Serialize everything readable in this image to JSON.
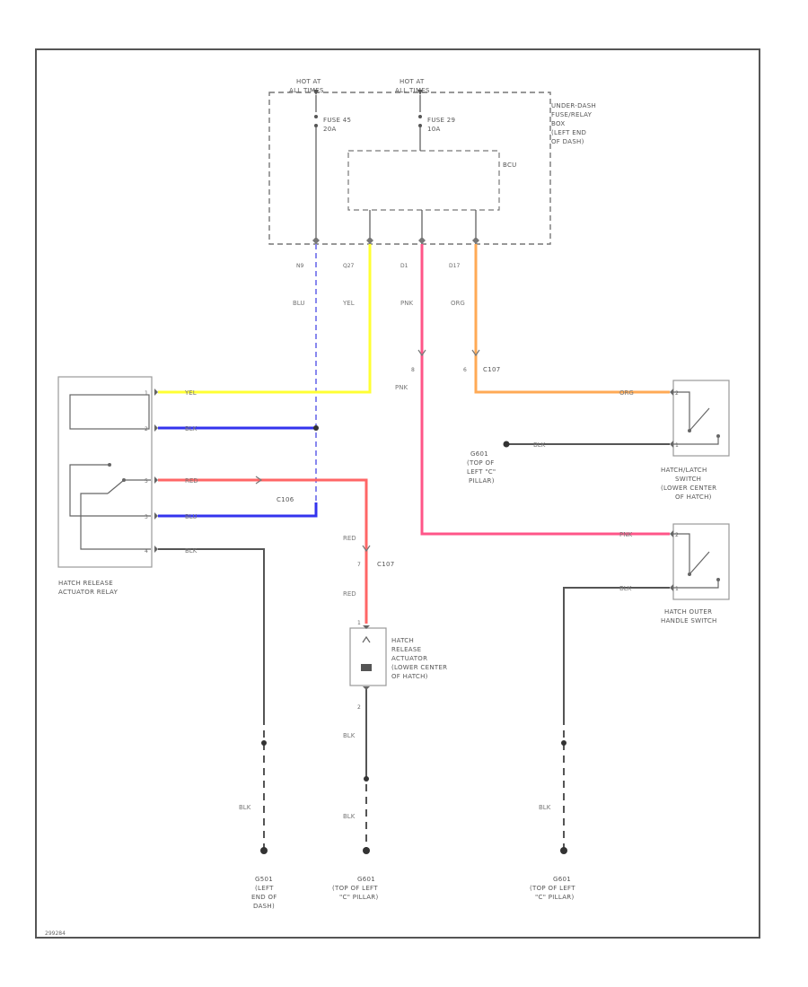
{
  "colors": {
    "frame": "#555555",
    "wire_yel": "#ffff33",
    "wire_blu": "#3333ee",
    "wire_blu_dashed": "#8888ee",
    "wire_red": "#ff6666",
    "wire_pnk": "#ff5588",
    "wire_org": "#ffaa55",
    "wire_blk": "#555555"
  },
  "power": {
    "hot1": [
      "HOT AT",
      "ALL TIMES"
    ],
    "hot2": [
      "HOT AT",
      "ALL TIMES"
    ],
    "fuse1": [
      "FUSE 45",
      "20A"
    ],
    "fuse2": [
      "FUSE 29",
      "10A"
    ],
    "box_label": [
      "UNDER-DASH",
      "FUSE/RELAY",
      "BOX",
      "(LEFT END",
      "OF DASH)"
    ],
    "bcu": "BCU"
  },
  "pins": {
    "p1": "N9",
    "p2": "Q27",
    "p3": "D1",
    "p4": "D17",
    "pnk_c107": "8",
    "c107_conn": "C107",
    "org_c107": "6",
    "relay_1": "1",
    "relay_2": "2",
    "relay_3": "5",
    "relay_4": "3",
    "relay_5": "4",
    "inh_1": "2",
    "inh_2": "1",
    "outer_1": "2",
    "outer_2": "1",
    "c107b_pin": "7",
    "act_top": "1",
    "act_bot": "2"
  },
  "wires": {
    "blu": "BLU",
    "yel": "YEL",
    "pnk": "PNK",
    "org": "ORG",
    "pnk2": "PNK",
    "yel_r": "YEL",
    "blk_r": "BLK",
    "red_r": "RED",
    "blu_r": "BLU",
    "blk_r2": "BLK",
    "org_r": "ORG",
    "blk_g": "BLK",
    "pnk_r": "PNK",
    "blk_o": "BLK",
    "red1": "RED",
    "red2": "RED",
    "blk_a": "BLK",
    "blk_gl": "BLK",
    "blk_gm": "BLK",
    "blk_gr": "BLK"
  },
  "connectors": {
    "c106": "C106",
    "c107": "C107"
  },
  "components": {
    "relay": [
      "HATCH RELEASE",
      "ACTUATOR RELAY"
    ],
    "inhibit": [
      "HATCH/LATCH",
      "SWITCH",
      "(LOWER CENTER",
      "OF HATCH)"
    ],
    "outer": [
      "HATCH OUTER",
      "HANDLE SWITCH"
    ],
    "actuator": [
      "HATCH",
      "RELEASE",
      "ACTUATOR",
      "(LOWER CENTER",
      "OF HATCH)"
    ],
    "g_inhibit": [
      "G601",
      "(TOP OF",
      "LEFT \"C\"",
      "PILLAR)"
    ]
  },
  "grounds": {
    "left": [
      "G501",
      "(LEFT",
      "END OF",
      "DASH)"
    ],
    "mid": [
      "G601",
      "(TOP OF LEFT",
      "\"C\" PILLAR)"
    ],
    "right": [
      "G601",
      "(TOP OF LEFT",
      "\"C\" PILLAR)"
    ]
  },
  "footer": "299284"
}
